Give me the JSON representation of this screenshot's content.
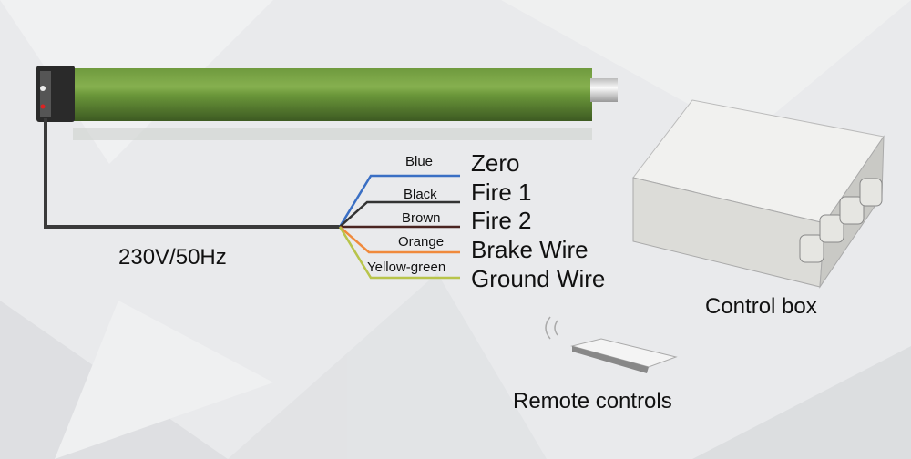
{
  "motor": {
    "voltage_label": "230V/50Hz"
  },
  "wires": [
    {
      "color_name": "Blue",
      "function": "Zero",
      "hex": "#3a6fc4"
    },
    {
      "color_name": "Black",
      "function": "Fire 1",
      "hex": "#333333"
    },
    {
      "color_name": "Brown",
      "function": "Fire 2",
      "hex": "#4a2420"
    },
    {
      "color_name": "Orange",
      "function": "Brake Wire",
      "hex": "#f08a3c"
    },
    {
      "color_name": "Yellow-green",
      "function": "Ground Wire",
      "hex": "#b8c44a"
    }
  ],
  "control_box": {
    "label": "Control box"
  },
  "remote": {
    "label": "Remote controls"
  }
}
